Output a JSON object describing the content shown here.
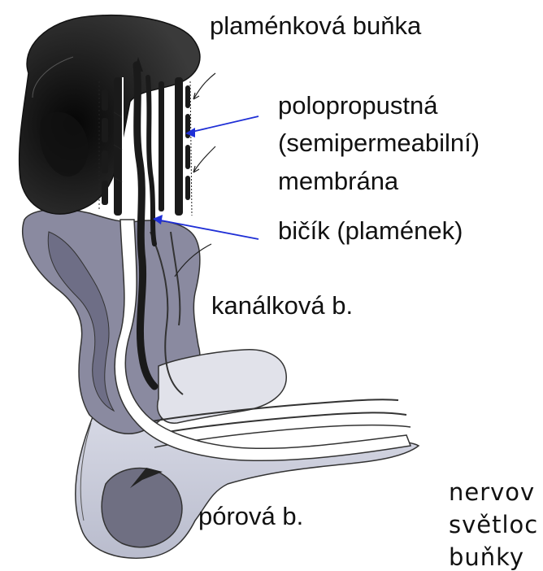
{
  "labels": {
    "flame_cell": "plaménková buňka",
    "membrane_line1": "polopropustná",
    "membrane_line2": "(semipermeabilní)",
    "membrane_line3": "membrána",
    "flagellum": "bičík (plamének)",
    "canal_cell": "kanálková b.",
    "pore_cell": "pórová b.",
    "nerve_text_line1": "nervov",
    "nerve_text_line2": "světloc",
    "nerve_text_line3": "buňky"
  },
  "colors": {
    "flame_cell": "#2b2b2b",
    "flame_cell_inner": "#111111",
    "canal_cell": "#8a8aa0",
    "canal_cell_dark": "#6e6e86",
    "pore_cell": "#c8cad8",
    "pore_cell_dark": "#6f6f82",
    "lumen": "#ffffff",
    "flagellum": "#1a1a1a",
    "pointer_arrow": "#1f2fd6",
    "outline": "#222222"
  },
  "icons": [
    "blue-pointer-arrow"
  ]
}
